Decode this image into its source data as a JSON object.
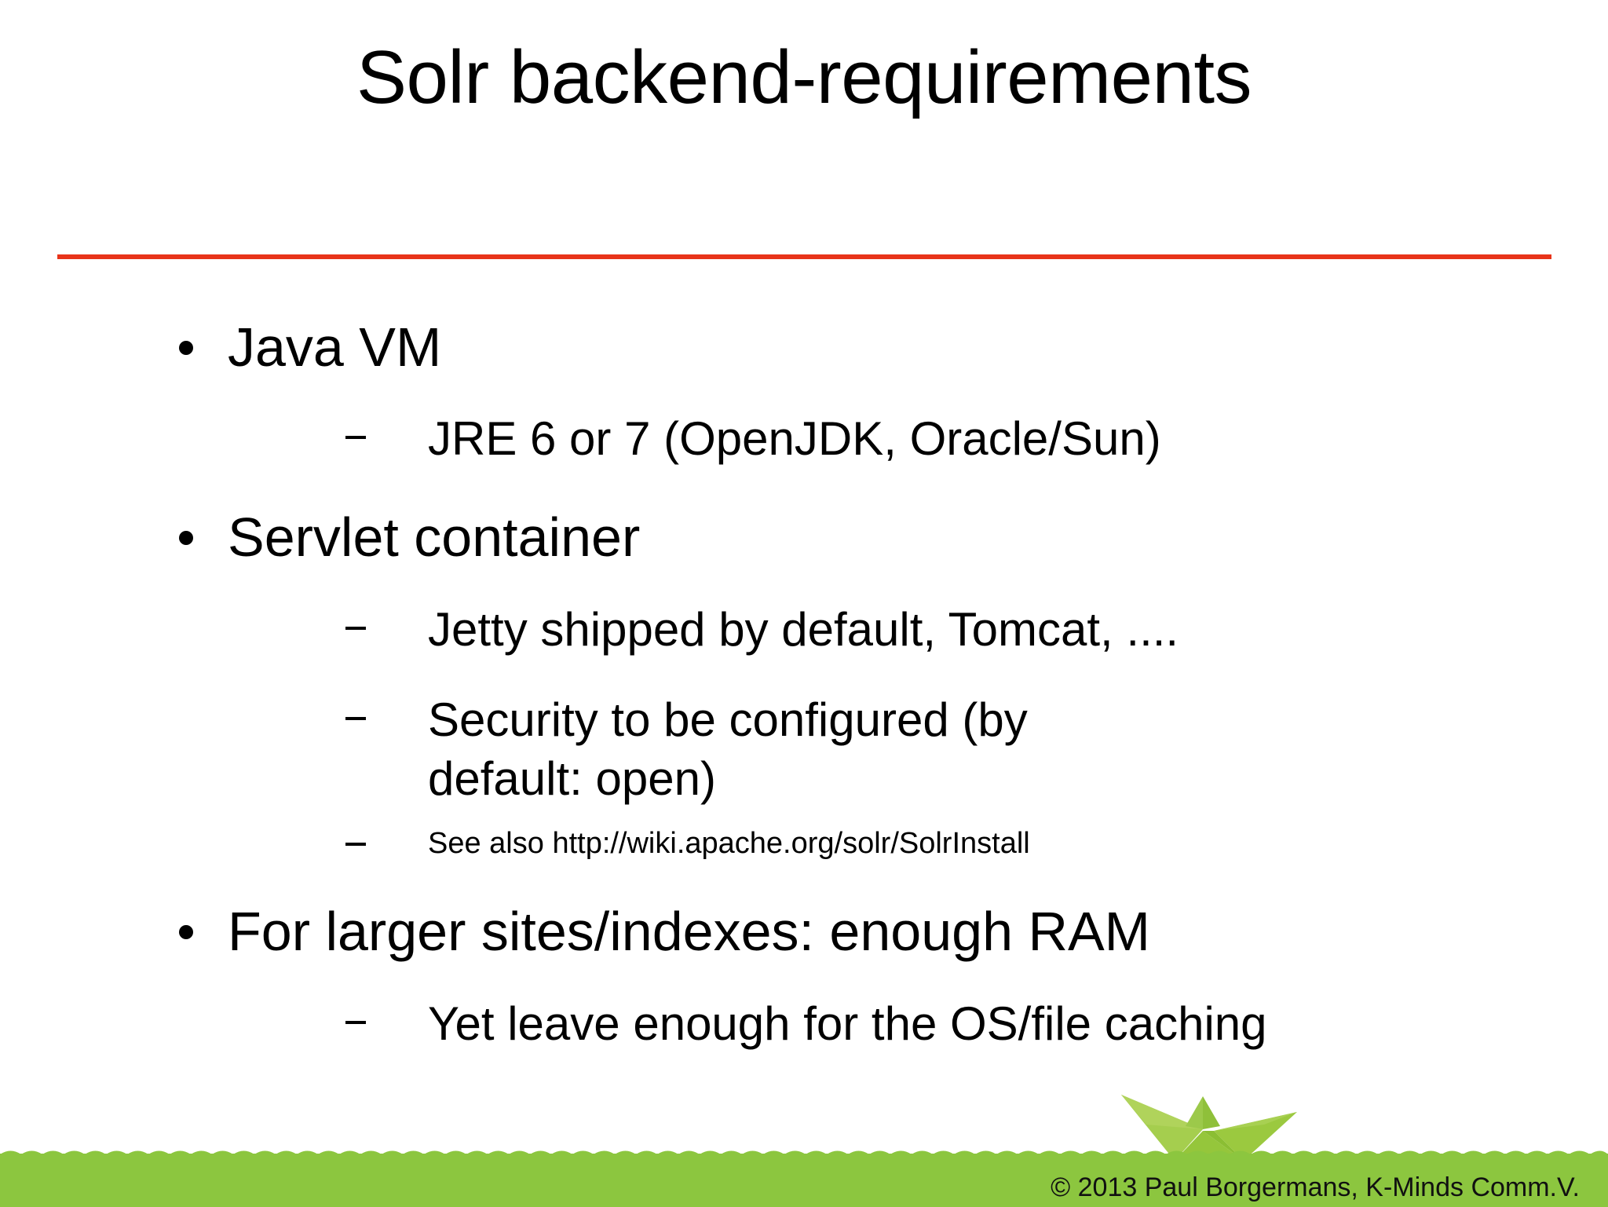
{
  "slide": {
    "title": "Solr backend-requirements",
    "accent_rule_color": "#E8341A",
    "footer_band_color": "#8CC63F",
    "text_color": "#000000",
    "background_color": "#FFFFFF"
  },
  "content": {
    "bullets": [
      {
        "level": 1,
        "text": "Java VM",
        "marker": "disc-bullet"
      },
      {
        "level": 2,
        "text": "JRE 6 or 7 (OpenJDK, Oracle/Sun)",
        "marker": "dash-bullet"
      },
      {
        "level": 1,
        "text": "Servlet container",
        "marker": "disc-bullet"
      },
      {
        "level": 2,
        "text": "Jetty shipped by default, Tomcat, ....",
        "marker": "dash-bullet"
      },
      {
        "level": 2,
        "text": "Security to be configured (by default: open)",
        "marker": "dash-bullet"
      },
      {
        "level": 2,
        "text": "See also http://wiki.apache.org/solr/SolrInstall",
        "marker": "dash-bullet",
        "small": true
      },
      {
        "level": 1,
        "text": "For larger sites/indexes: enough RAM",
        "marker": "disc-bullet"
      },
      {
        "level": 2,
        "text": "Yet leave enough for the OS/file caching",
        "marker": "dash-bullet"
      }
    ]
  },
  "footer": {
    "copyright": "© 2013 Paul Borgermans, K-Minds Comm.V.",
    "logo": "paper-boat-logo",
    "logo_colors": {
      "hull_left": "#A5CE4E",
      "hull_right": "#9BC93F",
      "sail_left": "#B5D66A",
      "sail_right": "#8FC03A",
      "hull_front": "#95C63B"
    }
  }
}
